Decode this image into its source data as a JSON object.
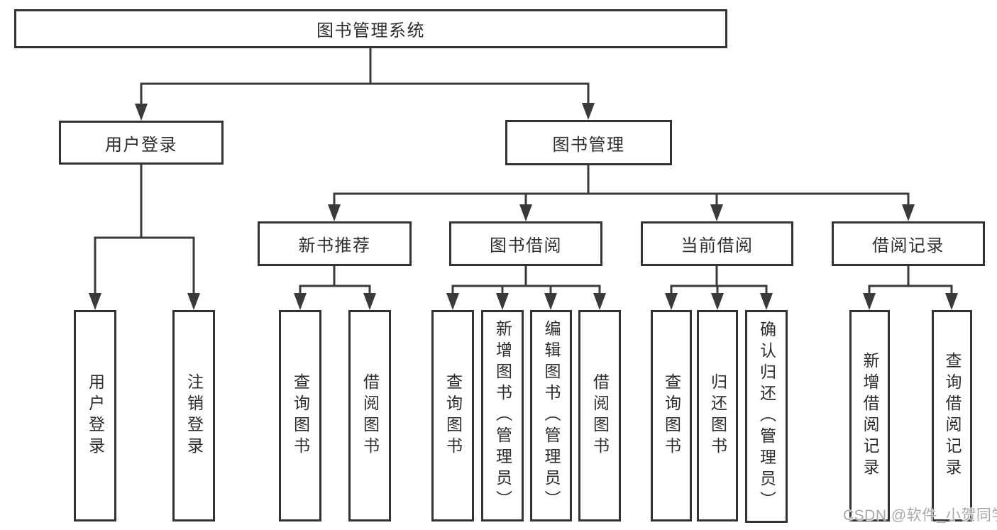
{
  "tree": {
    "root": {
      "label": "图书管理系统"
    },
    "branches": [
      {
        "label": "用户登录",
        "children": [
          {
            "label": "用户登录"
          },
          {
            "label": "注销登录"
          }
        ]
      },
      {
        "label": "图书管理",
        "children": [
          {
            "label": "新书推荐",
            "children": [
              {
                "label": "查询图书"
              },
              {
                "label": "借阅图书"
              }
            ]
          },
          {
            "label": "图书借阅",
            "children": [
              {
                "label": "查询图书"
              },
              {
                "label": "新增图书（管理员）"
              },
              {
                "label": "编辑图书（管理员）"
              },
              {
                "label": "借阅图书"
              }
            ]
          },
          {
            "label": "当前借阅",
            "children": [
              {
                "label": "查询图书"
              },
              {
                "label": "归还图书"
              },
              {
                "label": "确认归还（管理员）"
              }
            ]
          },
          {
            "label": "借阅记录",
            "children": [
              {
                "label": "新增借阅记录"
              },
              {
                "label": "查询借阅记录"
              }
            ]
          }
        ]
      }
    ]
  },
  "watermark": {
    "text": "CSDN @软件_小贺同学"
  },
  "colors": {
    "line": "#3a3a3a",
    "box_border": "#333333",
    "text": "#2d2d2d",
    "background": "#ffffff",
    "watermark": "#a9a9a9"
  }
}
